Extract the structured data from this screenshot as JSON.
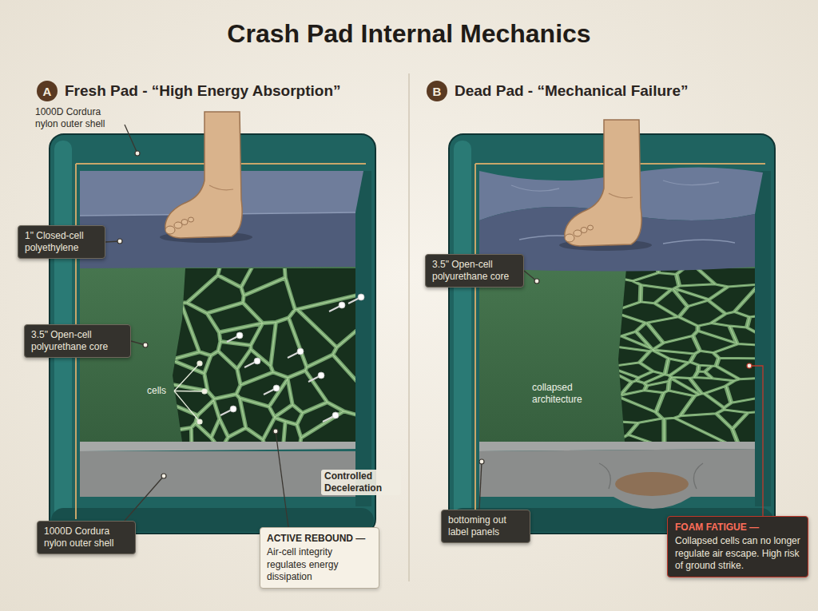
{
  "diagram": {
    "title": "Crash Pad Internal Mechanics",
    "nodes": [
      {
        "text": [
          "A",
          "Fresh Pad - “High Energy Absorption”"
        ]
      },
      {
        "text": [
          "1\" Closed-cell polyethylene"
        ]
      },
      {
        "text": [
          "3.5\" Open-cell polyurethane core"
        ]
      },
      {
        "text": [
          "1000D Cordura nylon outer shell"
        ]
      },
      {
        "text": [
          "ACTIVE REBOUND —",
          "Air-cell integrity regulates energy dissipation"
        ]
      },
      {
        "text": [
          "B",
          "Dead Pad - “Mechanical Failure”"
        ]
      },
      {
        "text": [
          "3.5\" Open-cell polyurethane core"
        ]
      },
      {
        "text": [
          "bottoming out label panels"
        ]
      },
      {
        "text": [
          "FOAM FATIGUE —",
          "Collapsed cells can no longer regulate air escape. High risk of ground strike."
        ]
      }
    ],
    "labels": [
      "1000D Cordura nylon outer shell",
      "cells",
      "Controlled Deceleration",
      "collapsed architecture"
    ]
  }
}
